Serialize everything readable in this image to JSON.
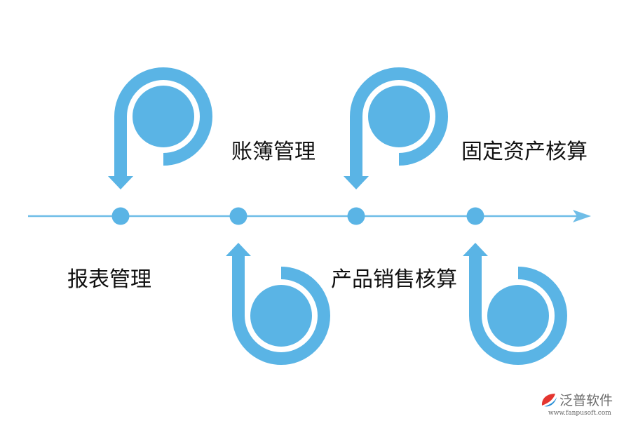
{
  "colors": {
    "accent": "#5ab4e5",
    "axis": "#6fbde7",
    "text": "#111111",
    "brand_red": "#e4352f",
    "brand_blue": "#2a8fd6",
    "brand_text": "#6a6a6a"
  },
  "steps": [
    {
      "label": "报表管理",
      "glyph": "p-icon"
    },
    {
      "label": "账簿管理",
      "glyph": "b-icon"
    },
    {
      "label": "产品销售核算",
      "glyph": "p-icon"
    },
    {
      "label": "固定资产核算",
      "glyph": "b-icon"
    }
  ],
  "brand": {
    "name": "泛普软件",
    "url": "www.fanpusoft.com"
  }
}
